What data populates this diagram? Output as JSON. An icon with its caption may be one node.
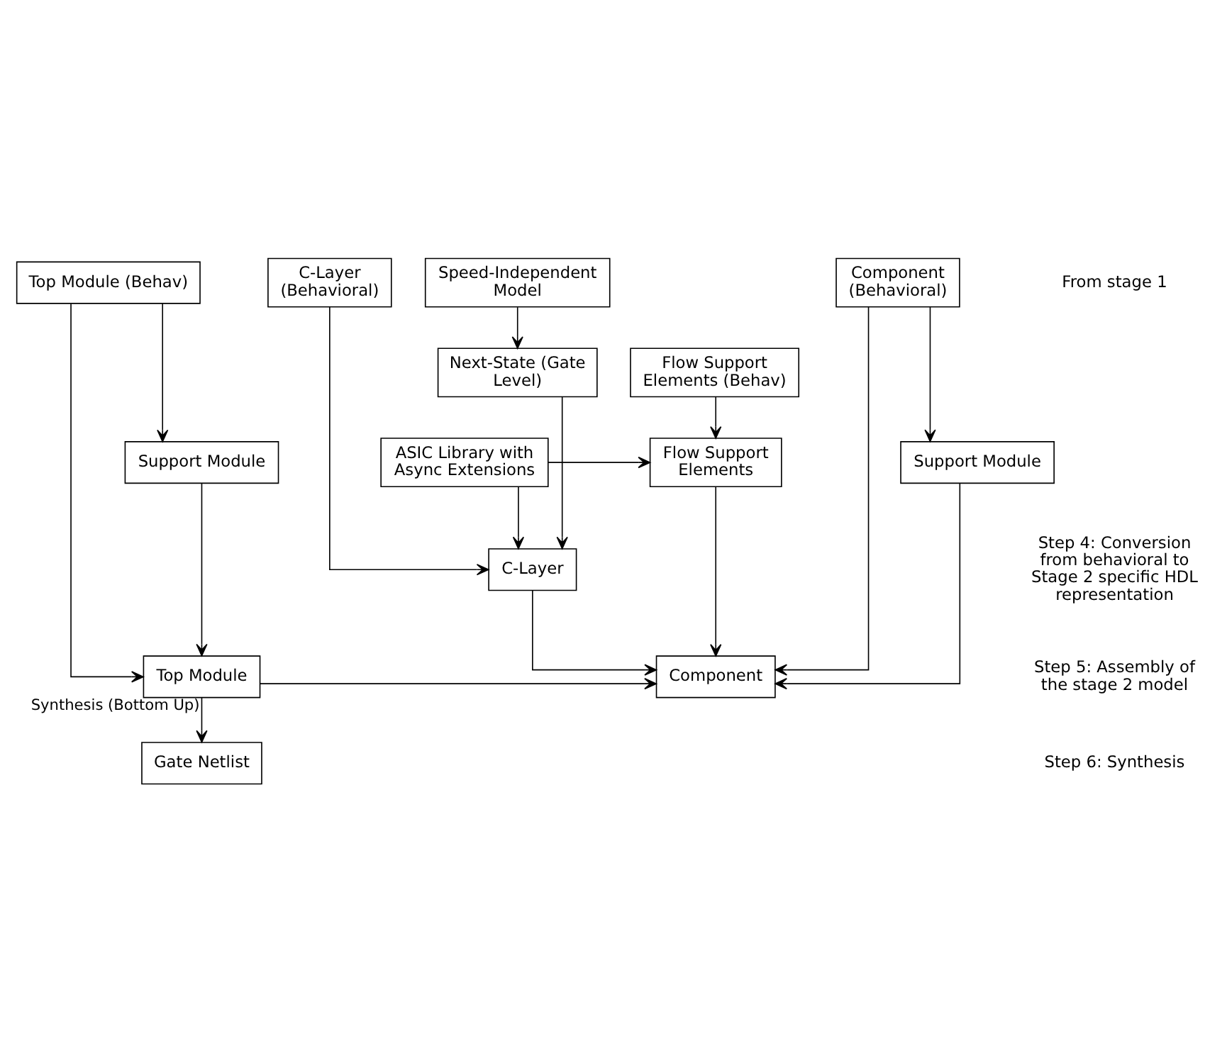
{
  "diagram": {
    "nodes": [
      {
        "text": [
          "Speed-Independent Model"
        ]
      },
      {
        "text": [
          "C-Layer (Behavioral)"
        ]
      },
      {
        "text": [
          "Component (Behavioral)"
        ]
      },
      {
        "text": [
          "Top Module (Behav)"
        ]
      },
      {
        "text": [
          "Flow Support Elements (Behav)"
        ]
      },
      {
        "text": [
          "Next-State (Gate Level)"
        ]
      },
      {
        "text": [
          "Flow Support Elements"
        ]
      },
      {
        "text": [
          "ASIC Library with Async Extensions"
        ]
      },
      {
        "text": [
          "Support Module"
        ]
      },
      {
        "text": [
          "Support Module"
        ]
      },
      {
        "text": [
          "C-Layer"
        ]
      },
      {
        "text": [
          "Component"
        ]
      },
      {
        "text": [
          "Top Module"
        ]
      },
      {
        "text": [
          "Gate Netlist"
        ]
      }
    ],
    "edges": [
      {
        "from": 0,
        "to": 5,
        "arrow": "to"
      },
      {
        "from": 4,
        "to": 6,
        "arrow": "to"
      },
      {
        "from": 7,
        "to": 6,
        "arrow": "to"
      },
      {
        "from": 2,
        "to": 8,
        "arrow": "to"
      },
      {
        "from": 3,
        "to": 9,
        "arrow": "to"
      },
      {
        "from": 7,
        "to": 10,
        "arrow": "to"
      },
      {
        "from": 5,
        "to": 10,
        "arrow": "to"
      },
      {
        "from": 1,
        "to": 10,
        "arrow": "to"
      },
      {
        "from": 10,
        "to": 11,
        "arrow": "to"
      },
      {
        "from": 8,
        "to": 11,
        "arrow": "to"
      },
      {
        "from": 2,
        "to": 11,
        "arrow": "to"
      },
      {
        "from": 6,
        "to": 11,
        "arrow": "to"
      },
      {
        "from": 12,
        "to": 11,
        "arrow": "to"
      },
      {
        "from": 9,
        "to": 12,
        "arrow": "to"
      },
      {
        "from": 3,
        "to": 12,
        "arrow": "to"
      },
      {
        "from": 12,
        "to": 13,
        "arrow": "to",
        "label": "Synthesis (Bottom Up)"
      }
    ],
    "labels": [
      "From stage 1",
      "Step 4: Conversion from behavioral to Stage 2 specific HDL representation",
      "Step 5: Assembly of the stage 2 model",
      "Step 6: Synthesis"
    ]
  }
}
